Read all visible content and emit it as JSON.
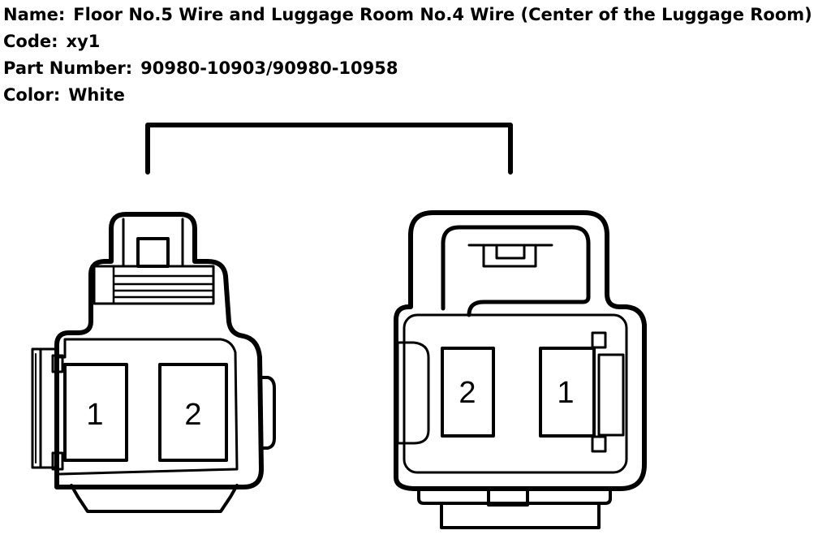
{
  "info": {
    "name_label": "Name:",
    "name_value": "Floor No.5 Wire and Luggage Room No.4 Wire (Center of the Luggage Room)",
    "code_label": "Code:",
    "code_value": "xy1",
    "part_label": "Part Number:",
    "part_value": "90980-10903/90980-10958",
    "color_label": "Color:",
    "color_value": "White"
  },
  "connectors": {
    "left": {
      "pins": [
        "1",
        "2"
      ]
    },
    "right": {
      "pins": [
        "2",
        "1"
      ]
    }
  },
  "colors": {
    "ink": "#000000",
    "background": "#ffffff"
  }
}
